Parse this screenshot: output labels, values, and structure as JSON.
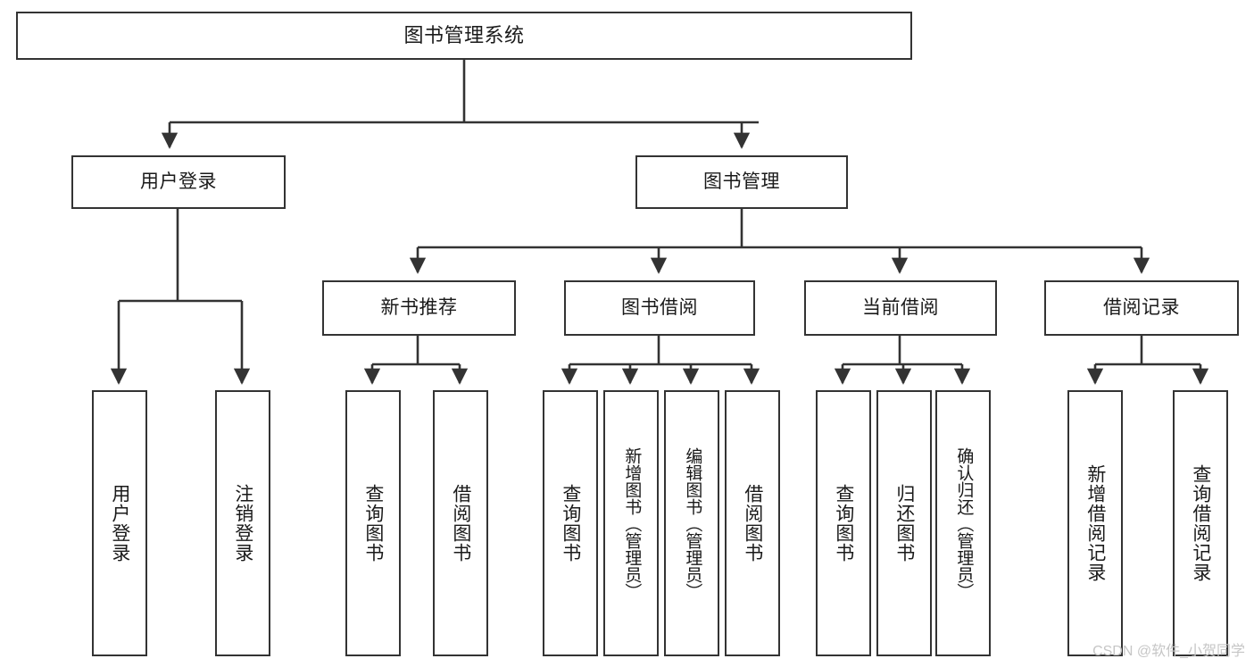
{
  "diagram": {
    "title": "图书管理系统",
    "type": "tree-hierarchy-diagram",
    "root": {
      "label": "图书管理系统"
    },
    "level2": [
      {
        "label": "用户登录"
      },
      {
        "label": "图书管理"
      }
    ],
    "level3": [
      {
        "label": "新书推荐"
      },
      {
        "label": "图书借阅"
      },
      {
        "label": "当前借阅"
      },
      {
        "label": "借阅记录"
      }
    ],
    "leaves": {
      "user_login": [
        {
          "label": "用户登录"
        },
        {
          "label": "注销登录"
        }
      ],
      "new_book_recommend": [
        {
          "label": "查询图书"
        },
        {
          "label": "借阅图书"
        }
      ],
      "book_borrow": [
        {
          "label": "查询图书"
        },
        {
          "label": "新增图书（管理员）"
        },
        {
          "label": "编辑图书（管理员）"
        },
        {
          "label": "借阅图书"
        }
      ],
      "current_borrow": [
        {
          "label": "查询图书"
        },
        {
          "label": "归还图书"
        },
        {
          "label": "确认归还（管理员）"
        }
      ],
      "borrow_record": [
        {
          "label": "新增借阅记录"
        },
        {
          "label": "查询借阅记录"
        }
      ]
    },
    "colors": {
      "stroke": "#333333",
      "fill": "#ffffff",
      "text": "#1a1a1a",
      "watermark": "#c6c6c6"
    }
  },
  "watermark": {
    "text": "CSDN @软件_小贺同学"
  }
}
